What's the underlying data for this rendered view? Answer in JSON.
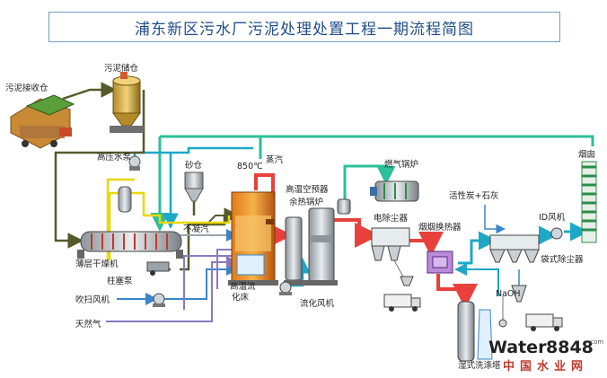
{
  "title": "浦东新区污水厂污泥处理处置工程一期流程简图",
  "labels": {
    "sludge_receiving": "污泥接收仓",
    "sludge_storage": "污泥储仓",
    "hp_pump": "高压水泵",
    "sand_bin": "砂仓",
    "temp": "850℃",
    "steam": "蒸汽",
    "gas_boiler": "燃气锅炉",
    "preheater_1": "高温空预器",
    "preheater_2": "余热锅炉",
    "non_condensable": "不凝汽",
    "thin_dryer": "薄层干燥机",
    "plunger_pump": "柱塞泵",
    "fluid_bed_1": "高温流",
    "fluid_bed_2": "化床",
    "esp": "电除尘器",
    "flue_hx": "烟烟换热器",
    "activated_carbon": "活性炭+石灰",
    "id_fan": "ID风机",
    "chimney": "烟囱",
    "bag_filter": "袋式除尘器",
    "purge_fan": "吹扫风机",
    "fluid_fan": "流化风机",
    "natural_gas": "天然气",
    "naoh": "NaOH",
    "wet_scrubber": "湿式洗涤塔"
  },
  "watermark": {
    "text_water": "Water",
    "text_num": "8848",
    "text_com": ".com",
    "text_cn": "中国水业网"
  },
  "colors": {
    "steam_line": "#2bbf9a",
    "hot_gas": "#e8413c",
    "cool_water": "#1da8c8",
    "sludge_line": "#555a2a",
    "air_line": "#8a78c0",
    "yellow_line": "#e8d80a",
    "blue_line": "#3a86c9"
  }
}
